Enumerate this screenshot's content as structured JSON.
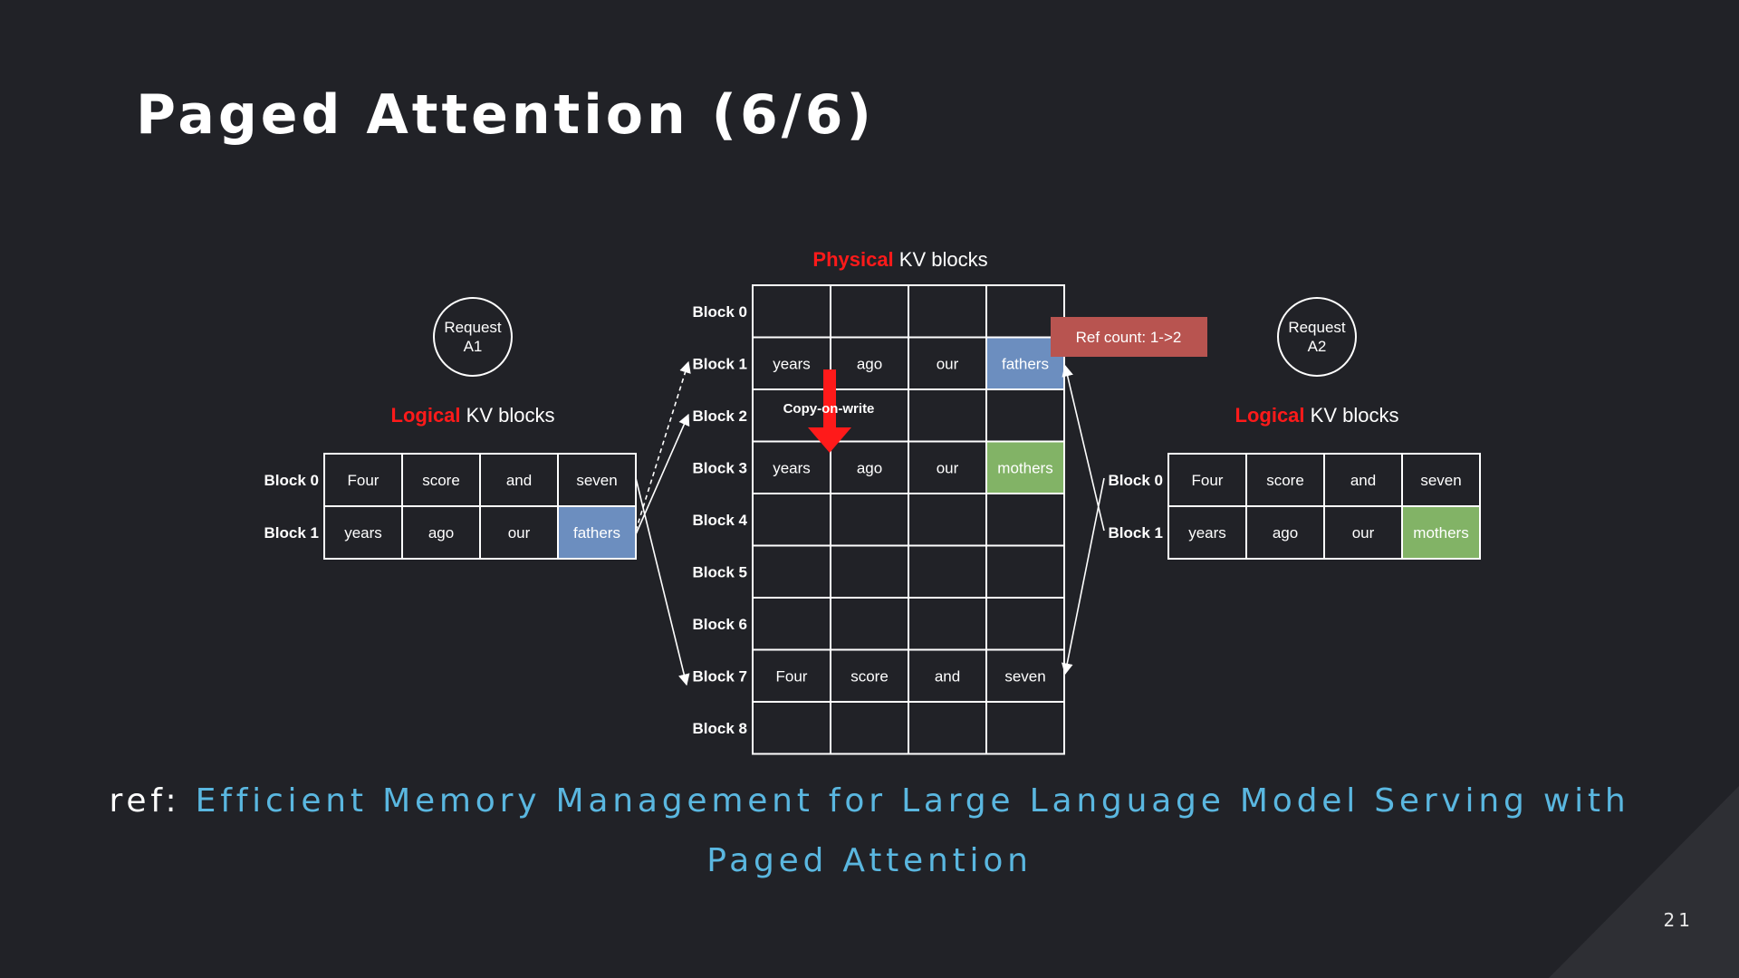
{
  "slide": {
    "title": "Paged Attention (6/6)",
    "page_number": "21",
    "ref_prefix": "ref: ",
    "ref_link_text": "Efficient Memory Management for Large Language Model Serving with Paged Attention"
  },
  "colors": {
    "background": "#212227",
    "highlight_red": "#ff1a1a",
    "fathers_fill": "#6c8ebf",
    "mothers_fill": "#82b366",
    "ref_count_fill": "#b85450",
    "link": "#5ab7e0"
  },
  "physical": {
    "title_highlight": "Physical",
    "title_rest": " KV blocks",
    "blocks": [
      {
        "label": "Block 0",
        "cells": [
          "",
          "",
          "",
          ""
        ]
      },
      {
        "label": "Block 1",
        "cells": [
          "years",
          "ago",
          "our",
          "fathers"
        ]
      },
      {
        "label": "Block 2",
        "cells": [
          "",
          "",
          "",
          ""
        ]
      },
      {
        "label": "Block 3",
        "cells": [
          "years",
          "ago",
          "our",
          "mothers"
        ]
      },
      {
        "label": "Block 4",
        "cells": [
          "",
          "",
          "",
          ""
        ]
      },
      {
        "label": "Block 5",
        "cells": [
          "",
          "",
          "",
          ""
        ]
      },
      {
        "label": "Block 6",
        "cells": [
          "",
          "",
          "",
          ""
        ]
      },
      {
        "label": "Block 7",
        "cells": [
          "Four",
          "score",
          "and",
          "seven"
        ]
      },
      {
        "label": "Block 8",
        "cells": [
          "",
          "",
          "",
          ""
        ]
      }
    ],
    "copy_on_write_label": "Copy-on-write",
    "ref_count_label": "Ref count: 1->2"
  },
  "request_a1": {
    "circle_line1": "Request",
    "circle_line2": "A1",
    "title_highlight": "Logical",
    "title_rest": " KV blocks",
    "blocks": [
      {
        "label": "Block 0",
        "cells": [
          "Four",
          "score",
          "and",
          "seven"
        ]
      },
      {
        "label": "Block 1",
        "cells": [
          "years",
          "ago",
          "our",
          "fathers"
        ]
      }
    ]
  },
  "request_a2": {
    "circle_line1": "Request",
    "circle_line2": "A2",
    "title_highlight": "Logical",
    "title_rest": " KV blocks",
    "blocks": [
      {
        "label": "Block 0",
        "cells": [
          "Four",
          "score",
          "and",
          "seven"
        ]
      },
      {
        "label": "Block 1",
        "cells": [
          "years",
          "ago",
          "our",
          "mothers"
        ]
      }
    ]
  }
}
